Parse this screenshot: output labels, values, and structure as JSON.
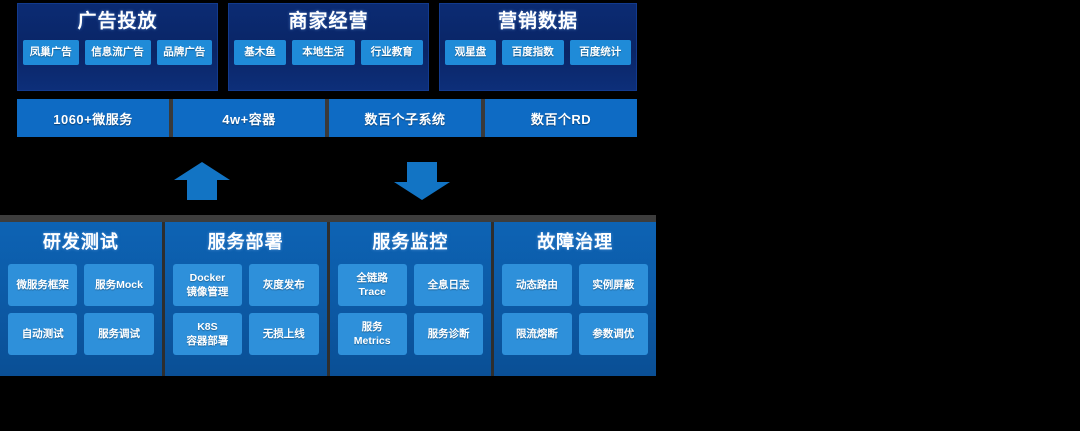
{
  "business": {
    "panels": [
      {
        "title": "广告投放",
        "items": [
          "凤巢广告",
          "信息流广告",
          "品牌广告"
        ]
      },
      {
        "title": "商家经营",
        "items": [
          "基木鱼",
          "本地生活",
          "行业教育"
        ]
      },
      {
        "title": "营销数据",
        "items": [
          "观星盘",
          "百度指数",
          "百度统计"
        ]
      }
    ]
  },
  "scale": {
    "items": [
      "1060+微服务",
      "4w+容器",
      "数百个子系统",
      "数百个RD"
    ]
  },
  "arrows": {
    "up": "arrow-up-icon",
    "down": "arrow-down-icon",
    "color": "#1274c4"
  },
  "platform": {
    "panels": [
      {
        "title": "研发测试",
        "items": [
          "微服务框架",
          "服务Mock",
          "自动测试",
          "服务调试"
        ]
      },
      {
        "title": "服务部署",
        "items": [
          "Docker\n镜像管理",
          "灰度发布",
          "K8S\n容器部署",
          "无损上线"
        ]
      },
      {
        "title": "服务监控",
        "items": [
          "全链路\nTrace",
          "全息日志",
          "服务\nMetrics",
          "服务诊断"
        ]
      },
      {
        "title": "故障治理",
        "items": [
          "动态路由",
          "实例屏蔽",
          "限流熔断",
          "参数调优"
        ]
      }
    ]
  },
  "colors": {
    "background": "#000000",
    "panel_navy": "#0a2566",
    "chip_blue": "#1f8bd8",
    "scale_blue": "#0e6bc4",
    "platform_blue": "#0c5aa6",
    "platform_chip": "#2e90da",
    "arrow_blue": "#1274c4",
    "text_white": "#ffffff"
  }
}
